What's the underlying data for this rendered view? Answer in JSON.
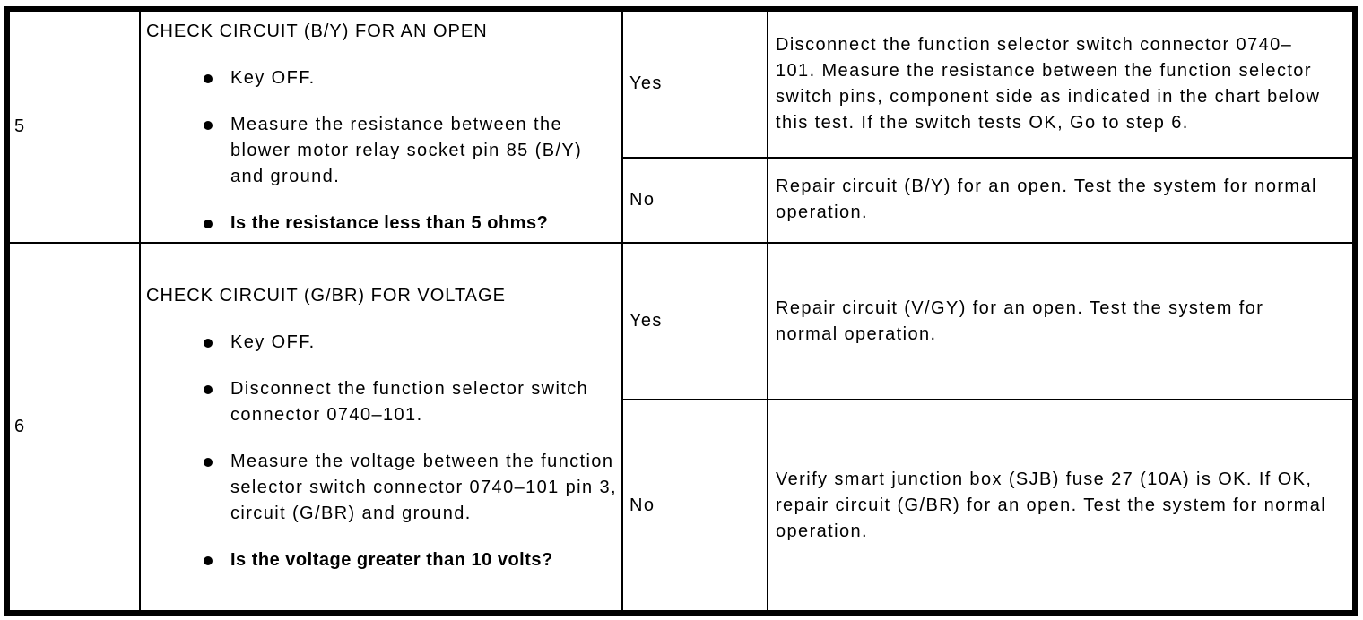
{
  "document": {
    "type": "pinpoint-test-table",
    "columns": [
      "step",
      "procedure",
      "result",
      "action"
    ],
    "table": {
      "steps": [
        {
          "number": "5",
          "title": "CHECK CIRCUIT (B/Y) FOR AN OPEN",
          "bullets": [
            {
              "text": "Key OFF.",
              "bold": false
            },
            {
              "text": "Measure the resistance between the blower motor relay socket pin 85 (B/Y) and ground.",
              "bold": false
            },
            {
              "text": "Is the resistance less than 5 ohms?",
              "bold": true
            }
          ],
          "results": [
            {
              "label": "Yes",
              "action": "Disconnect the function selector switch connector 0740–101. Measure the resistance between the function selector switch pins, component side as indicated in the chart below this test. If the switch tests OK, Go to step 6."
            },
            {
              "label": "No",
              "action": "Repair circuit (B/Y) for an open. Test the system for normal operation."
            }
          ]
        },
        {
          "number": "6",
          "title": "CHECK CIRCUIT (G/BR) FOR VOLTAGE",
          "bullets": [
            {
              "text": "Key OFF.",
              "bold": false
            },
            {
              "text": "Disconnect the function selector switch connector 0740–101.",
              "bold": false
            },
            {
              "text": "Measure the voltage between the function selector switch connector 0740–101 pin 3, circuit (G/BR) and ground.",
              "bold": false
            },
            {
              "text": "Is the voltage greater than 10 volts?",
              "bold": true
            }
          ],
          "results": [
            {
              "label": "Yes",
              "action": "Repair circuit (V/GY) for an open. Test the system for normal operation."
            },
            {
              "label": "No",
              "action": "Verify smart junction box (SJB) fuse 27 (10A) is OK. If OK, repair circuit (G/BR) for an open. Test the system for normal operation."
            }
          ]
        }
      ]
    }
  }
}
